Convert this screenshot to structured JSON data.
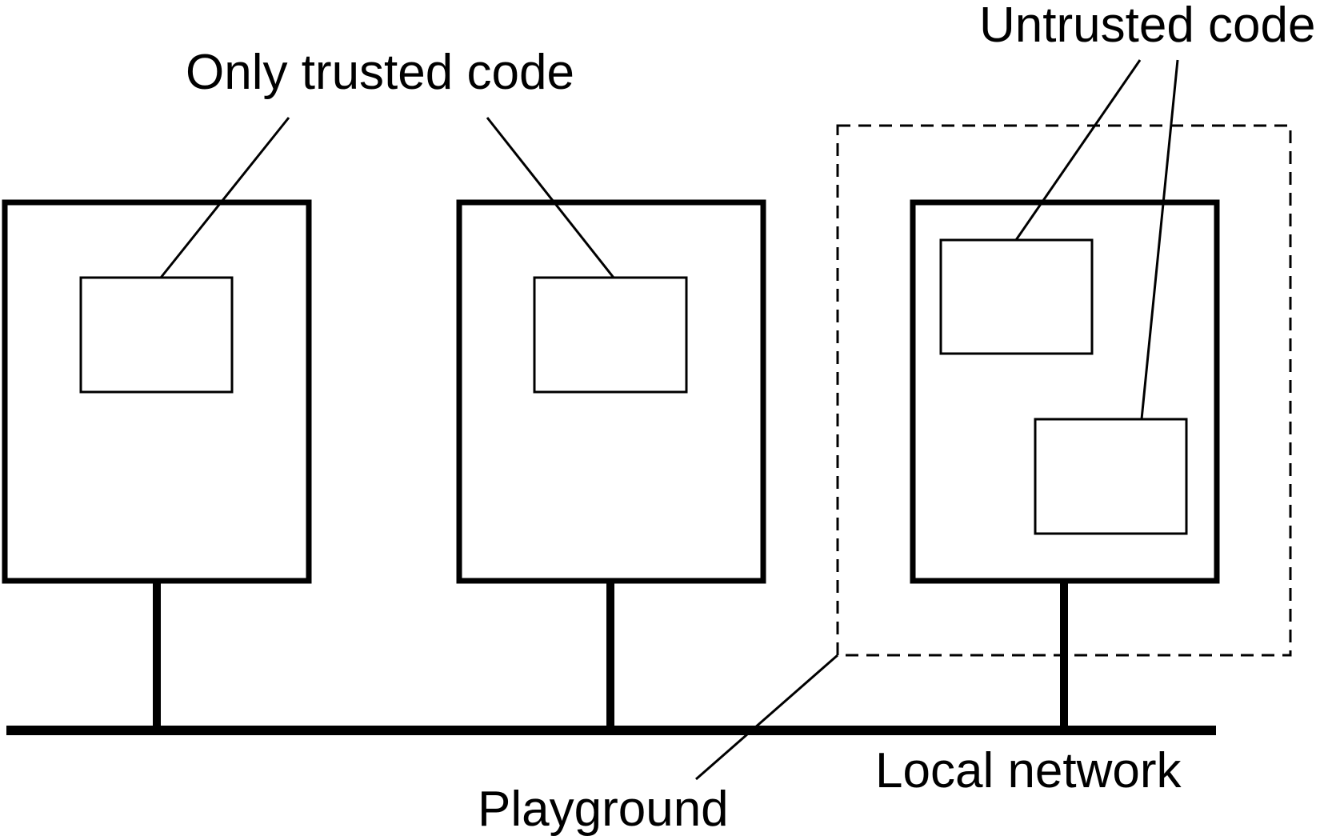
{
  "labels": {
    "only_trusted": "Only trusted code",
    "untrusted": "Untrusted code",
    "local_network": "Local network",
    "playground": "Playground"
  },
  "style": {
    "stroke": "#000000",
    "background": "#ffffff"
  }
}
